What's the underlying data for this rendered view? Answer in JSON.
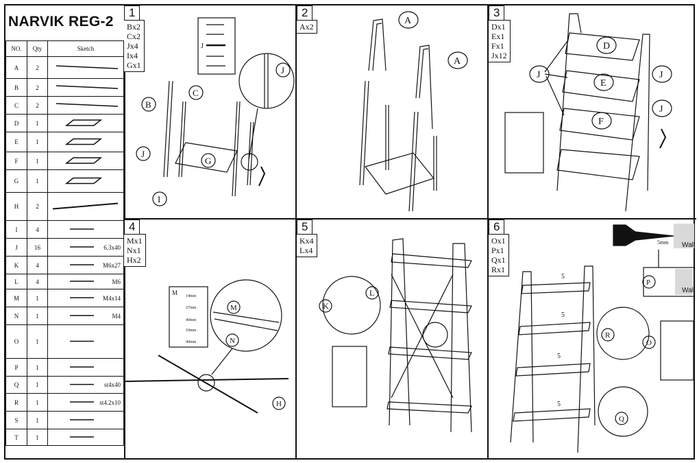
{
  "title": "NARVIK REG-2",
  "table": {
    "headers": [
      "NO.",
      "Qty",
      "Sketch"
    ],
    "rows": [
      {
        "no": "A",
        "qty": "2",
        "note": ""
      },
      {
        "no": "B",
        "qty": "2",
        "note": ""
      },
      {
        "no": "C",
        "qty": "2",
        "note": ""
      },
      {
        "no": "D",
        "qty": "1",
        "note": ""
      },
      {
        "no": "E",
        "qty": "1",
        "note": ""
      },
      {
        "no": "F",
        "qty": "1",
        "note": ""
      },
      {
        "no": "G",
        "qty": "1",
        "note": ""
      },
      {
        "no": "H",
        "qty": "2",
        "note": ""
      },
      {
        "no": "I",
        "qty": "4",
        "note": ""
      },
      {
        "no": "J",
        "qty": "16",
        "note": "6.3x40"
      },
      {
        "no": "K",
        "qty": "4",
        "note": "M6x27"
      },
      {
        "no": "L",
        "qty": "4",
        "note": "M6"
      },
      {
        "no": "M",
        "qty": "1",
        "note": "M4x14"
      },
      {
        "no": "N",
        "qty": "1",
        "note": "M4"
      },
      {
        "no": "O",
        "qty": "1",
        "note": ""
      },
      {
        "no": "P",
        "qty": "1",
        "note": ""
      },
      {
        "no": "Q",
        "qty": "1",
        "note": "st4x40"
      },
      {
        "no": "R",
        "qty": "1",
        "note": "st4.2x10"
      },
      {
        "no": "S",
        "qty": "1",
        "note": ""
      },
      {
        "no": "T",
        "qty": "1",
        "note": ""
      }
    ]
  },
  "steps": [
    {
      "number": "1",
      "parts": [
        "Bx2",
        "Cx2",
        "Jx4",
        "Ix4",
        "Gx1"
      ]
    },
    {
      "number": "2",
      "parts": [
        "Ax2"
      ]
    },
    {
      "number": "3",
      "parts": [
        "Dx1",
        "Ex1",
        "Fx1",
        "Jx12"
      ]
    },
    {
      "number": "4",
      "parts": [
        "Mx1",
        "Nx1",
        "Hx2"
      ]
    },
    {
      "number": "5",
      "parts": [
        "Kx4",
        "Lx4"
      ]
    },
    {
      "number": "6",
      "parts": [
        "Ox1",
        "Px1",
        "Qx1",
        "Rx1"
      ]
    }
  ],
  "callouts": {
    "step1": [
      "B",
      "C",
      "J",
      "G",
      "I",
      "J"
    ],
    "step2": [
      "A",
      "A"
    ],
    "step3": [
      "D",
      "E",
      "F",
      "J",
      "J",
      "J"
    ],
    "step4": [
      "M",
      "N",
      "H"
    ],
    "step5": [
      "K",
      "L"
    ],
    "step6": [
      "P",
      "R",
      "O",
      "Q"
    ]
  },
  "screw_sizes": [
    "14mm",
    "27mm",
    "40mm",
    "10mm",
    "40mm"
  ],
  "weight_label": "5",
  "drill_label": "5mm",
  "wall_label": "Wall",
  "colors": {
    "line": "#111111",
    "wall": "#d9d9d9"
  }
}
